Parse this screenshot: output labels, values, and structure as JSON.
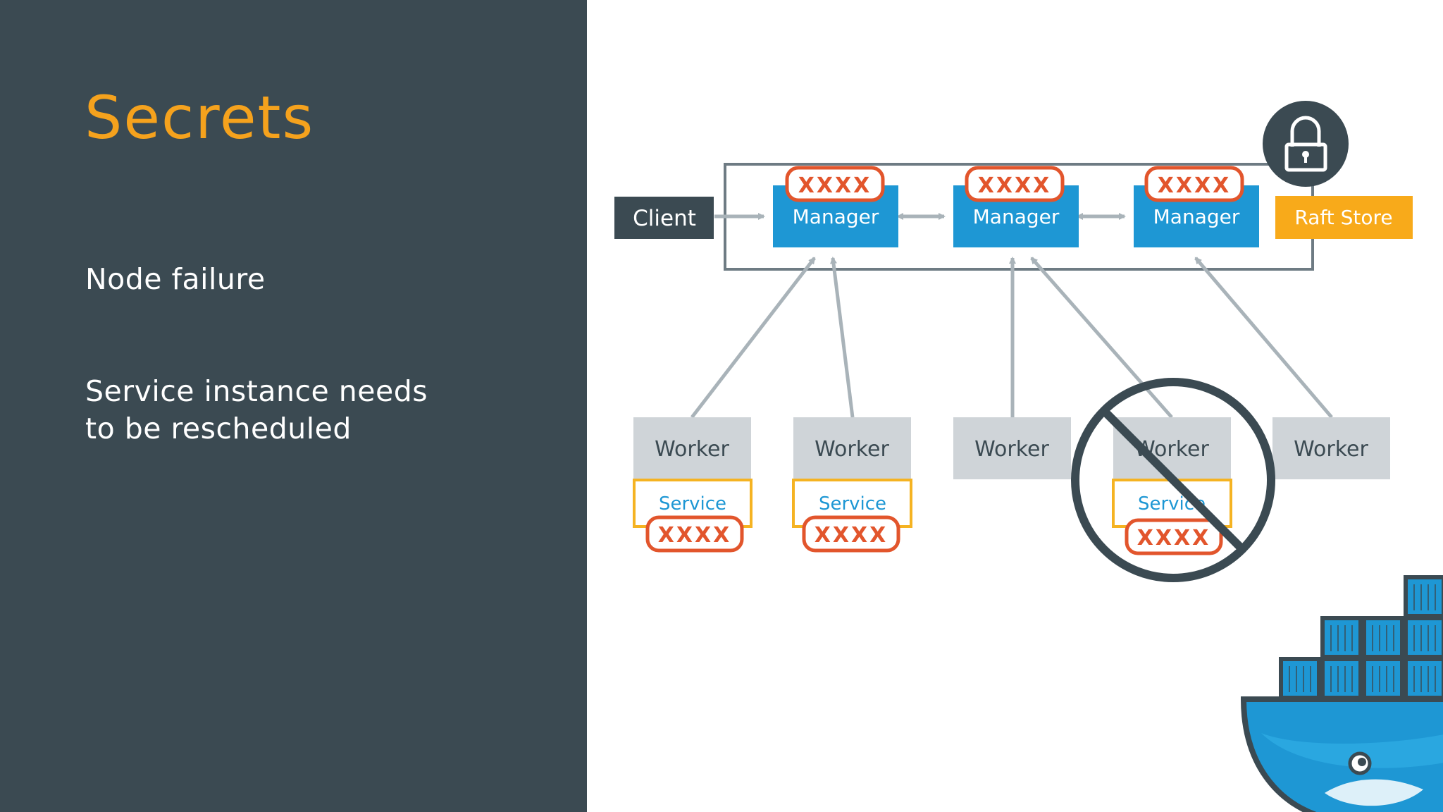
{
  "slide": {
    "title": "Secrets",
    "bullets": [
      {
        "text": "Node failure"
      },
      {
        "lines": [
          "Service instance needs",
          "to be rescheduled"
        ]
      }
    ]
  },
  "diagram": {
    "client_label": "Client",
    "raft_store_label": "Raft Store",
    "managers": [
      {
        "label": "Manager",
        "secret": "XXXX"
      },
      {
        "label": "Manager",
        "secret": "XXXX"
      },
      {
        "label": "Manager",
        "secret": "XXXX"
      }
    ],
    "workers": [
      {
        "label": "Worker",
        "service": "Service",
        "secret": "XXXX",
        "failed": false
      },
      {
        "label": "Worker",
        "service": "Service",
        "secret": "XXXX",
        "failed": false
      },
      {
        "label": "Worker",
        "failed": false
      },
      {
        "label": "Worker",
        "service": "Service",
        "secret": "XXXX",
        "failed": true
      },
      {
        "label": "Worker",
        "failed": false
      }
    ]
  },
  "icons": [
    "lock-icon",
    "prohibited-icon",
    "docker-whale-logo"
  ],
  "colors": {
    "panel": "#3b4a52",
    "title": "#f5a21d",
    "manager": "#1e97d4",
    "worker": "#cfd4d8",
    "service_border": "#f5b322",
    "secret_red": "#e2552c",
    "raft_store": "#f8aa1a",
    "client": "#3b4a52",
    "arrow": "#a9b3b9"
  }
}
